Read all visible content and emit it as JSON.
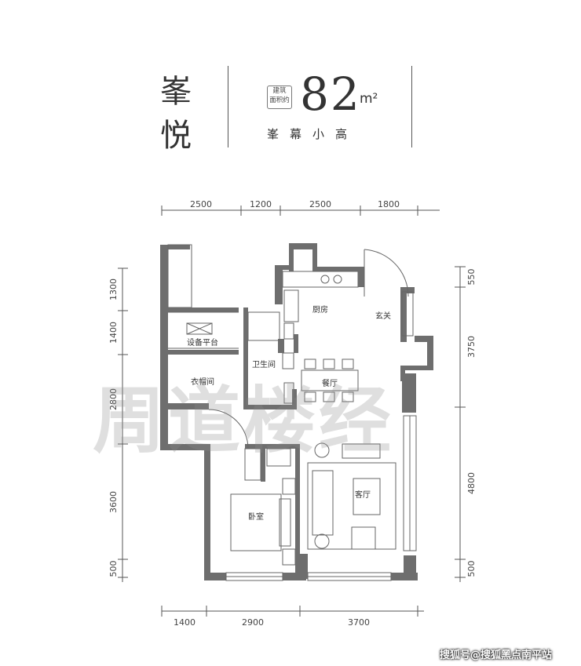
{
  "header": {
    "name_line1": "峯",
    "name_line2": "悦",
    "badge_line1": "建筑",
    "badge_line2": "面积约",
    "area_value": "82",
    "area_unit": "m²",
    "subtitle": "峯幕小高"
  },
  "dimensions": {
    "top": [
      "2500",
      "1200",
      "2500",
      "1800"
    ],
    "bottom": [
      "1400",
      "2900",
      "3700"
    ],
    "left": [
      "1300",
      "1400",
      "2800",
      "3600",
      "500"
    ],
    "right": [
      "550",
      "3750",
      "4800",
      "500"
    ]
  },
  "rooms": {
    "kitchen": "厨房",
    "entrance": "玄关",
    "equipment_platform": "设备平台",
    "bathroom": "卫生间",
    "wardrobe": "衣帽间",
    "dining": "餐厅",
    "living": "客厅",
    "bedroom": "卧室"
  },
  "watermark": "周道楼经",
  "credit": "搜狐号@搜狐黑点南平站",
  "colors": {
    "wall": "#6e6e6e",
    "line": "#555555",
    "text": "#333333"
  }
}
